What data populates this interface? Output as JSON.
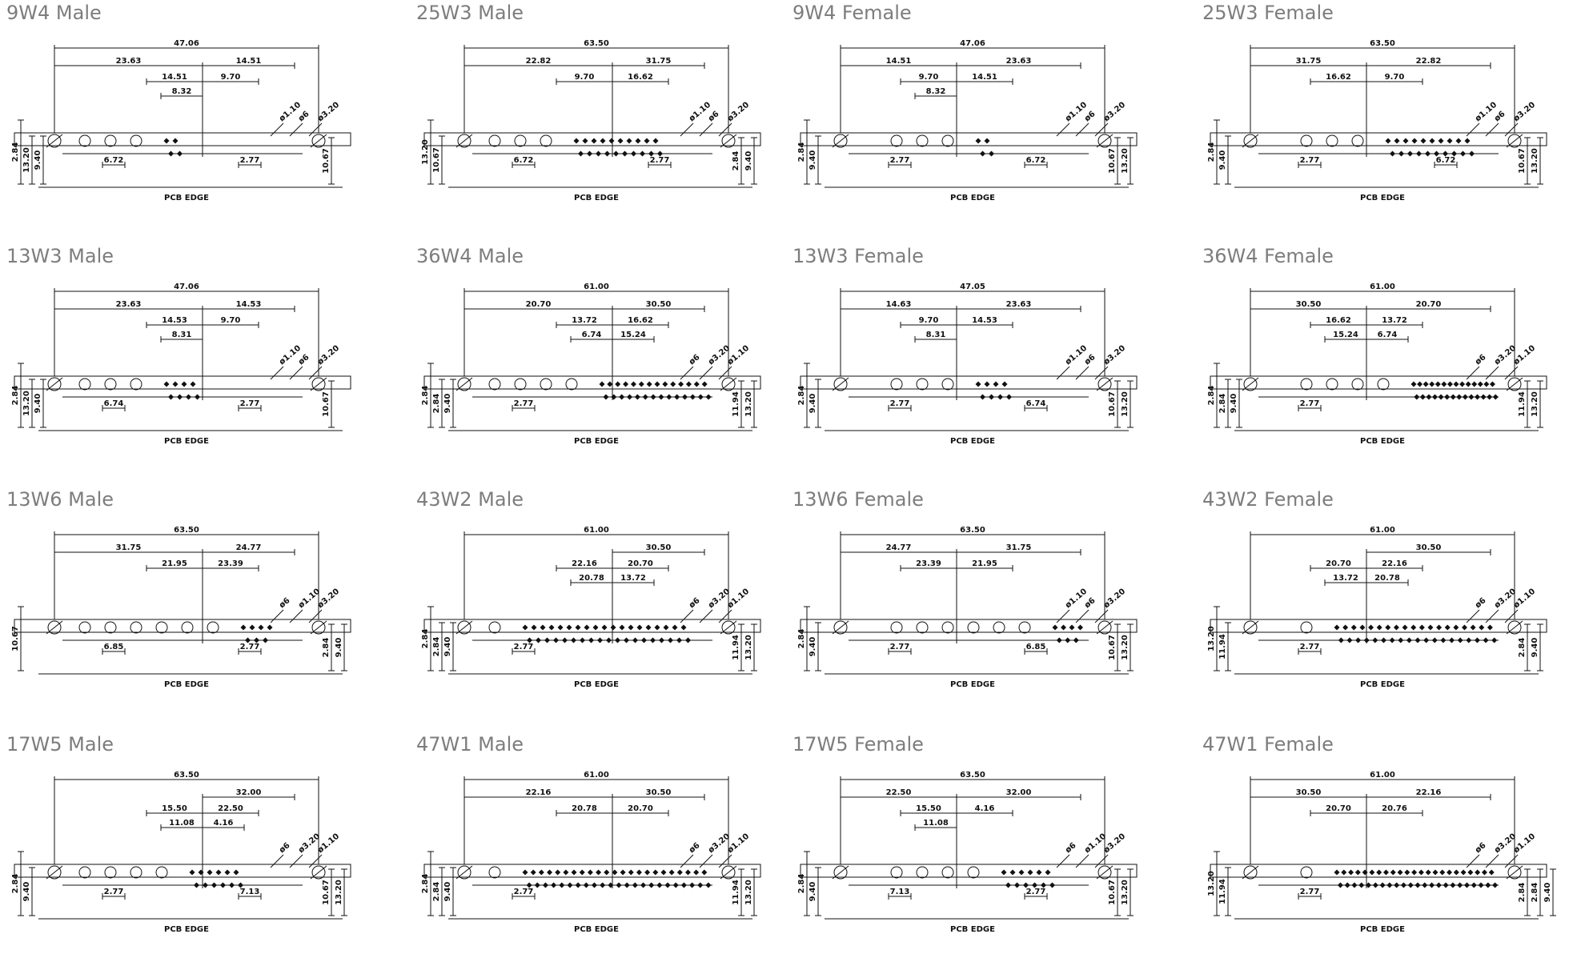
{
  "pcb_edge_label": "PCB EDGE",
  "panels": [
    {
      "title": "9W4 Male",
      "top": [
        "47.06"
      ],
      "mid": [
        "23.63",
        "14.51"
      ],
      "low": [
        "14.51",
        "9.70",
        "8.32"
      ],
      "bottom": [
        "6.72",
        "2.77"
      ],
      "callouts": [
        "ø1.10",
        "ø6",
        "ø3.20"
      ],
      "left_v": [
        "2.84",
        "13.20",
        "9.40"
      ],
      "right_v": [
        "10.67"
      ],
      "holes": 5,
      "pins": 4
    },
    {
      "title": "25W3 Male",
      "top": [
        "63.50"
      ],
      "mid": [
        "22.82",
        "31.75"
      ],
      "low": [
        "9.70",
        "16.62"
      ],
      "bottom": [
        "6.72",
        "2.77"
      ],
      "callouts": [
        "ø1.10",
        "ø6",
        "ø3.20"
      ],
      "left_v": [
        "13.20",
        "10.67"
      ],
      "right_v": [
        "2.84",
        "9.40"
      ],
      "holes": 5,
      "pins": 20
    },
    {
      "title": "9W4 Female",
      "top": [
        "47.06"
      ],
      "mid": [
        "14.51",
        "23.63"
      ],
      "low": [
        "9.70",
        "14.51",
        "8.32"
      ],
      "bottom": [
        "2.77",
        "6.72"
      ],
      "callouts": [
        "ø1.10",
        "ø6",
        "ø3.20"
      ],
      "left_v": [
        "2.84",
        "9.40"
      ],
      "right_v": [
        "10.67",
        "13.20"
      ],
      "holes": 5,
      "pins": 4
    },
    {
      "title": "25W3 Female",
      "top": [
        "63.50"
      ],
      "mid": [
        "31.75",
        "22.82"
      ],
      "low": [
        "16.62",
        "9.70"
      ],
      "bottom": [
        "2.77",
        "6.72"
      ],
      "callouts": [
        "ø1.10",
        "ø6",
        "ø3.20"
      ],
      "left_v": [
        "2.84",
        "9.40"
      ],
      "right_v": [
        "10.67",
        "13.20"
      ],
      "holes": 5,
      "pins": 20
    },
    {
      "title": "13W3 Male",
      "top": [
        "47.06"
      ],
      "mid": [
        "23.63",
        "14.53"
      ],
      "low": [
        "14.53",
        "9.70",
        "8.31"
      ],
      "bottom": [
        "6.74",
        "2.77"
      ],
      "callouts": [
        "ø1.10",
        "ø6",
        "ø3.20"
      ],
      "left_v": [
        "2.84",
        "13.20",
        "9.40"
      ],
      "right_v": [
        "10.67"
      ],
      "holes": 5,
      "pins": 8
    },
    {
      "title": "36W4 Male",
      "top": [
        "61.00"
      ],
      "mid": [
        "20.70",
        "30.50"
      ],
      "low": [
        "13.72",
        "16.62",
        "6.74",
        "15.24"
      ],
      "bottom": [
        "2.77"
      ],
      "callouts": [
        "ø6",
        "ø3.20",
        "ø1.10"
      ],
      "left_v": [
        "2.84",
        "2.84",
        "9.40"
      ],
      "right_v": [
        "11.94",
        "13.20"
      ],
      "holes": 6,
      "pins": 28
    },
    {
      "title": "13W3 Female",
      "top": [
        "47.05"
      ],
      "mid": [
        "14.63",
        "23.63"
      ],
      "low": [
        "9.70",
        "14.53",
        "8.31"
      ],
      "bottom": [
        "2.77",
        "6.74"
      ],
      "callouts": [
        "ø1.10",
        "ø6",
        "ø3.20"
      ],
      "left_v": [
        "2.84",
        "9.40"
      ],
      "right_v": [
        "10.67",
        "13.20"
      ],
      "holes": 5,
      "pins": 8
    },
    {
      "title": "36W4 Female",
      "top": [
        "61.00"
      ],
      "mid": [
        "30.50",
        "20.70"
      ],
      "low": [
        "16.62",
        "13.72",
        "15.24",
        "6.74"
      ],
      "bottom": [
        "2.77"
      ],
      "callouts": [
        "ø6",
        "ø3.20",
        "ø1.10"
      ],
      "left_v": [
        "2.84",
        "2.84",
        "9.40"
      ],
      "right_v": [
        "11.94",
        "13.20"
      ],
      "holes": 6,
      "pins": 28
    },
    {
      "title": "13W6 Male",
      "top": [
        "63.50"
      ],
      "mid": [
        "31.75",
        "24.77"
      ],
      "low": [
        "21.95",
        "23.39"
      ],
      "bottom": [
        "6.85",
        "2.77"
      ],
      "callouts": [
        "ø6",
        "ø1.10",
        "ø3.20"
      ],
      "left_v": [
        "10.67"
      ],
      "right_v": [
        "2.84",
        "9.40"
      ],
      "holes": 8,
      "pins": 7
    },
    {
      "title": "43W2 Male",
      "top": [
        "61.00"
      ],
      "mid": [
        "30.50"
      ],
      "low": [
        "22.16",
        "20.70",
        "20.78",
        "13.72"
      ],
      "bottom": [
        "2.77"
      ],
      "callouts": [
        "ø6",
        "ø3.20",
        "ø1.10"
      ],
      "left_v": [
        "2.84",
        "2.84",
        "9.40"
      ],
      "right_v": [
        "11.94",
        "13.20"
      ],
      "holes": 3,
      "pins": 38
    },
    {
      "title": "13W6 Female",
      "top": [
        "63.50"
      ],
      "mid": [
        "24.77",
        "31.75"
      ],
      "low": [
        "23.39",
        "21.95"
      ],
      "bottom": [
        "2.77",
        "6.85"
      ],
      "callouts": [
        "ø1.10",
        "ø6",
        "ø3.20"
      ],
      "left_v": [
        "2.84",
        "9.40"
      ],
      "right_v": [
        "10.67",
        "13.20"
      ],
      "holes": 8,
      "pins": 7
    },
    {
      "title": "43W2 Female",
      "top": [
        "61.00"
      ],
      "mid": [
        "30.50"
      ],
      "low": [
        "20.70",
        "22.16",
        "13.72",
        "20.78"
      ],
      "bottom": [
        "2.77"
      ],
      "callouts": [
        "ø6",
        "ø3.20",
        "ø1.10"
      ],
      "left_v": [
        "13.20",
        "11.94"
      ],
      "right_v": [
        "2.84",
        "9.40"
      ],
      "holes": 3,
      "pins": 38
    },
    {
      "title": "17W5 Male",
      "top": [
        "63.50"
      ],
      "mid": [
        "32.00"
      ],
      "low": [
        "15.50",
        "22.50",
        "11.08",
        "4.16"
      ],
      "bottom": [
        "2.77",
        "7.13"
      ],
      "callouts": [
        "ø6",
        "ø3.20",
        "ø1.10"
      ],
      "left_v": [
        "2.84",
        "9.40"
      ],
      "right_v": [
        "10.67",
        "13.20"
      ],
      "holes": 6,
      "pins": 12
    },
    {
      "title": "47W1 Male",
      "top": [
        "61.00"
      ],
      "mid": [
        "22.16",
        "30.50"
      ],
      "low": [
        "20.78",
        "20.70"
      ],
      "bottom": [
        "2.77"
      ],
      "callouts": [
        "ø6",
        "ø3.20",
        "ø1.10"
      ],
      "left_v": [
        "2.84",
        "2.84",
        "9.40"
      ],
      "right_v": [
        "11.94",
        "13.20"
      ],
      "holes": 3,
      "pins": 46
    },
    {
      "title": "17W5 Female",
      "top": [
        "63.50"
      ],
      "mid": [
        "22.50",
        "32.00"
      ],
      "low": [
        "15.50",
        "4.16",
        "11.08"
      ],
      "bottom": [
        "7.13",
        "2.77"
      ],
      "callouts": [
        "ø6",
        "ø1.10",
        "ø3.20"
      ],
      "left_v": [
        "2.84",
        "9.40"
      ],
      "right_v": [
        "10.67",
        "13.20"
      ],
      "holes": 6,
      "pins": 12
    },
    {
      "title": "47W1 Female",
      "top": [
        "61.00"
      ],
      "mid": [
        "30.50",
        "22.16"
      ],
      "low": [
        "20.70",
        "20.76"
      ],
      "bottom": [
        "2.77"
      ],
      "callouts": [
        "ø6",
        "ø3.20",
        "ø1.10"
      ],
      "left_v": [
        "13.20",
        "11.94"
      ],
      "right_v": [
        "2.84",
        "2.84",
        "9.40"
      ],
      "holes": 3,
      "pins": 46
    }
  ]
}
